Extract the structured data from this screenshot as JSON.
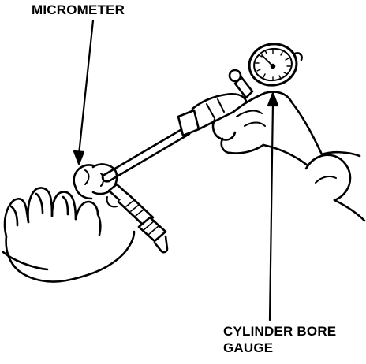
{
  "labels": {
    "micrometer": "MICROMETER",
    "cylinder_bore_gauge_line1": "CYLINDER BORE",
    "cylinder_bore_gauge_line2": "GAUGE"
  },
  "colors": {
    "ink": "#000000",
    "paper": "#ffffff"
  }
}
